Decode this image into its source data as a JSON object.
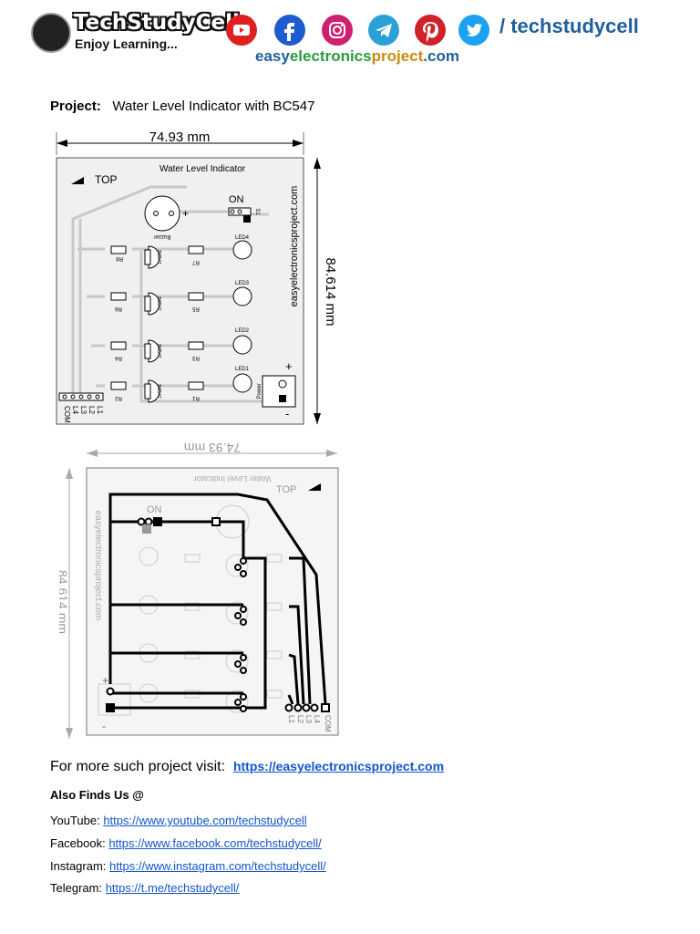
{
  "header": {
    "brand": "TechStudyCell",
    "tagline": "Enjoy Learning...",
    "handle": "/ techstudycell",
    "website": {
      "part1": "easy",
      "part2": "electronics",
      "part3": "project",
      "part4": ".com"
    },
    "social_icons": [
      "youtube-icon",
      "facebook-icon",
      "instagram-icon",
      "telegram-icon",
      "pinterest-icon",
      "twitter-icon"
    ],
    "colors": {
      "youtube": "#e02020",
      "facebook": "#1e5bd0",
      "instagram": "#d01f6f",
      "telegram": "#2a9fd8",
      "pinterest": "#d0222a",
      "twitter": "#1da1f2"
    }
  },
  "project": {
    "label": "Project:",
    "title": "Water Level Indicator with BC547"
  },
  "pcb_top": {
    "width_dim": "74.93 mm",
    "height_dim": "84.614 mm",
    "board_title": "Water Level Indicator",
    "top_marker": "TOP",
    "website_vertical": "easyelectronicsproject.com",
    "switch_label": "ON",
    "switch_ref": "S1",
    "buzzer_label": "Buzzer",
    "power_label": "Power",
    "plus": "+",
    "minus": "-",
    "connector_labels": [
      "COM",
      "L4",
      "L3",
      "L2",
      "L1"
    ],
    "rows": [
      {
        "rb": "R8",
        "q": "BC547",
        "rl": "R7",
        "led": "LED4"
      },
      {
        "rb": "R6",
        "q": "BC547",
        "rl": "R5",
        "led": "LED3"
      },
      {
        "rb": "R4",
        "q": "BC547",
        "rl": "R3",
        "led": "LED2"
      },
      {
        "rb": "R2",
        "q": "BC547",
        "rl": "R1",
        "led": "LED1"
      }
    ]
  },
  "pcb_bottom": {
    "width_dim": "74.93 mm",
    "height_dim": "84.614 mm",
    "board_title": "Water Level Indicator",
    "top_marker": "TOP",
    "switch_label": "ON",
    "website_vertical": "easyelectronicsproject.com",
    "plus": "+",
    "minus": "-",
    "connector_labels": [
      "COM",
      "L4",
      "L3",
      "L2",
      "L1"
    ]
  },
  "footer": {
    "more_text": "For more such project visit:",
    "more_link": "https://easyelectronicsproject.com",
    "also": "Also Finds Us @",
    "links": [
      {
        "label": "YouTube:",
        "url": "https://www.youtube.com/techstudycell"
      },
      {
        "label": "Facebook:",
        "url": "https://www.facebook.com/techstudycell/"
      },
      {
        "label": "Instagram:",
        "url": "https://www.instagram.com/techstudycell/"
      },
      {
        "label": "Telegram:",
        "url": "https://t.me/techstudycell/"
      }
    ]
  }
}
